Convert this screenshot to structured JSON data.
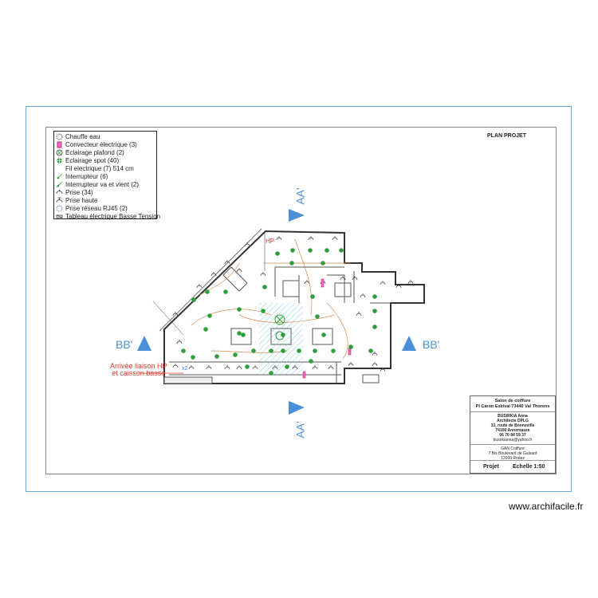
{
  "legend": {
    "items": [
      {
        "icon": "water-heater-icon",
        "label": "Chauffe eau"
      },
      {
        "icon": "convector-icon",
        "label": "Convecteur électrique (3)"
      },
      {
        "icon": "ceiling-light-icon",
        "label": "Eclairage plafond (2)"
      },
      {
        "icon": "spot-light-icon",
        "label": "Eclairage spot (40)"
      },
      {
        "icon": "none",
        "label": "Fil electrique (7) 514 cm"
      },
      {
        "icon": "switch-icon",
        "label": "Interrupteur (6)"
      },
      {
        "icon": "two-way-switch-icon",
        "label": "Interrupteur va et vient (2)"
      },
      {
        "icon": "socket-icon",
        "label": "Prise (34)"
      },
      {
        "icon": "high-socket-icon",
        "label": "Prise haute"
      },
      {
        "icon": "network-socket-icon",
        "label": "Prise réseau RJ45 (2)"
      },
      {
        "icon": "electrical-panel-icon",
        "label": "Tableau électrique Basse Tension"
      }
    ]
  },
  "plan": {
    "title": "PLAN PROJET",
    "section_aa_top": "AA'",
    "section_aa_bottom": "AA'",
    "section_bb_left": "BB'",
    "section_bb_right": "BB'",
    "arrival_label_line1": "Arrivée liaison HP",
    "arrival_label_line2": "et caisson basse",
    "hp_label": "HP",
    "x2_label": "x2"
  },
  "cartouche": {
    "project_name": "Salon de coiffure",
    "project_address": "Pl Caron Eskival 73440 Val Thorens",
    "architect_name": "BUSIRKIA Anna",
    "architect_title": "Architecte DPLG",
    "architect_street": "33, route de Bonneville",
    "architect_city": "74100 Annemasse",
    "architect_phone": "06 70 84 59 37",
    "architect_email": "busirkianna@yahoo.fr",
    "owner_name": "GAN Coiffure",
    "owner_street": "7 Bis Boulevard de Guisard",
    "owner_city": "12000 Rodez",
    "phase": "Projet",
    "scale": "Echelle 1:50"
  },
  "watermark": "www.archifacile.fr",
  "colors": {
    "frame": "#6aa7d8",
    "section_marker": "#4a90d9",
    "arrival_text": "#e03a2a",
    "spot_light": "#2e9e3a",
    "wall": "#333333",
    "wiring": "#d98a4e",
    "hatch": "#7fcfe0"
  }
}
